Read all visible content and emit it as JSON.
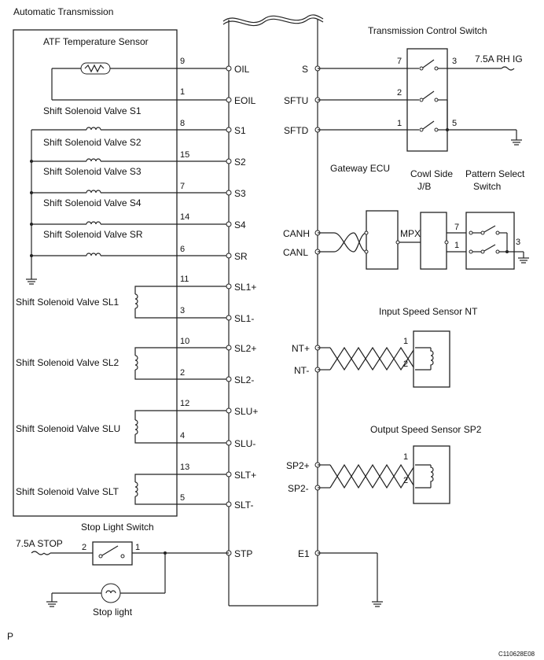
{
  "labels": {
    "automatic_transmission": "Automatic Transmission",
    "atf_sensor": "ATF Temperature Sensor",
    "s1": "Shift Solenoid Valve S1",
    "s2": "Shift Solenoid Valve S2",
    "s3": "Shift Solenoid Valve S3",
    "s4": "Shift Solenoid Valve S4",
    "sr": "Shift Solenoid Valve SR",
    "sl1": "Shift Solenoid Valve SL1",
    "sl2": "Shift Solenoid Valve SL2",
    "slu": "Shift Solenoid Valve SLU",
    "slt": "Shift Solenoid Valve SLT",
    "stop_light_switch": "Stop Light Switch",
    "stop_fuse": "7.5A STOP",
    "stop_light": "Stop light",
    "transmission_control_switch": "Transmission Control Switch",
    "rh_ig_fuse": "7.5A RH IG",
    "gateway_ecu": "Gateway ECU",
    "cowl_side": "Cowl Side",
    "jb": "J/B",
    "pattern_select": "Pattern Select",
    "switch": "Switch",
    "mpx": "MPX",
    "input_speed_sensor": "Input Speed Sensor NT",
    "output_speed_sensor": "Output Speed Sensor SP2",
    "page_marker": "P",
    "figure_code": "C110628E08"
  },
  "pins": {
    "left": [
      "9",
      "1",
      "8",
      "15",
      "7",
      "14",
      "6",
      "11",
      "3",
      "10",
      "2",
      "12",
      "4",
      "13",
      "5"
    ],
    "stop_switch": [
      "2",
      "1"
    ],
    "tcs": [
      "7",
      "3",
      "2",
      "1",
      "5"
    ],
    "pattern": [
      "7",
      "1",
      "3"
    ],
    "nt": [
      "1",
      "2"
    ],
    "sp2": [
      "1",
      "2"
    ]
  },
  "terminals": {
    "left": [
      "OIL",
      "EOIL",
      "S1",
      "S2",
      "S3",
      "S4",
      "SR",
      "SL1+",
      "SL1-",
      "SL2+",
      "SL2-",
      "SLU+",
      "SLU-",
      "SLT+",
      "SLT-",
      "STP"
    ],
    "right": [
      "S",
      "SFTU",
      "SFTD",
      "CANH",
      "CANL",
      "NT+",
      "NT-",
      "SP2+",
      "SP2-",
      "E1"
    ]
  }
}
